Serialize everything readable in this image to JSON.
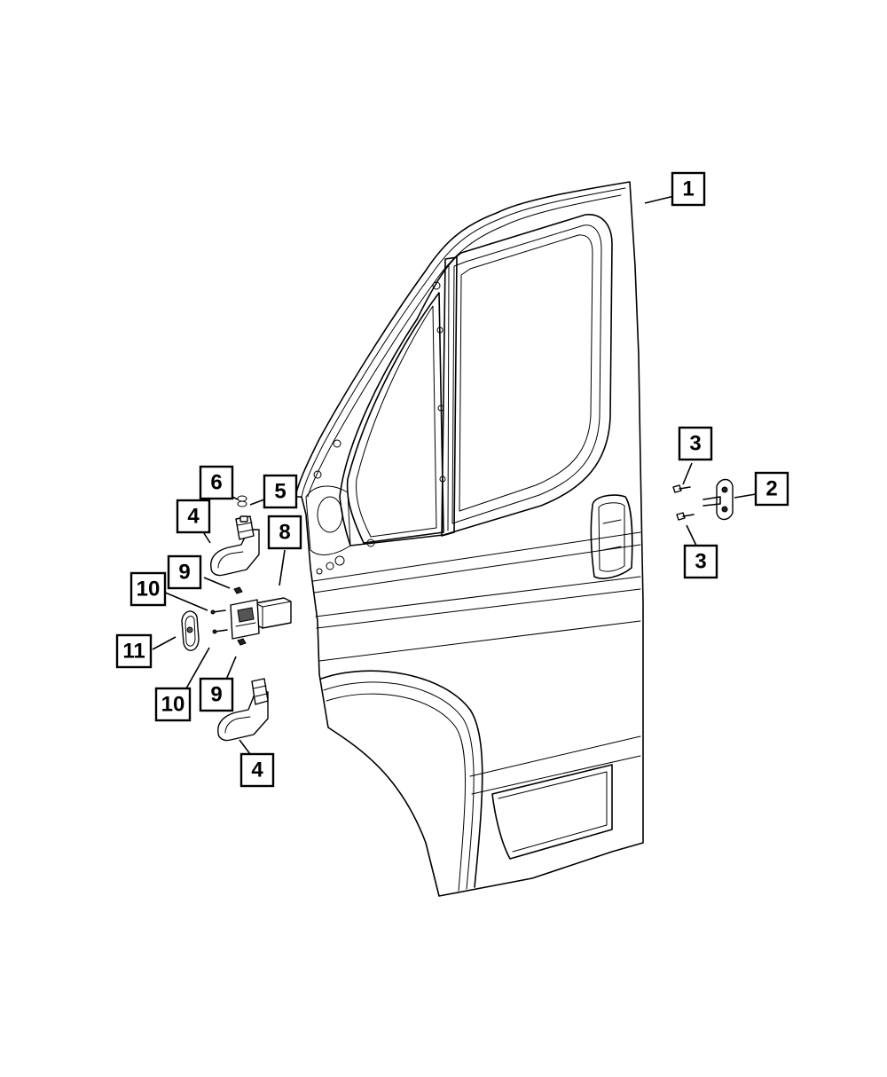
{
  "callouts": [
    {
      "id": "c1",
      "label": "1"
    },
    {
      "id": "c2",
      "label": "2"
    },
    {
      "id": "c3a",
      "label": "3"
    },
    {
      "id": "c3b",
      "label": "3"
    },
    {
      "id": "c4a",
      "label": "4"
    },
    {
      "id": "c4b",
      "label": "4"
    },
    {
      "id": "c5",
      "label": "5"
    },
    {
      "id": "c6",
      "label": "6"
    },
    {
      "id": "c8",
      "label": "8"
    },
    {
      "id": "c9a",
      "label": "9"
    },
    {
      "id": "c9b",
      "label": "9"
    },
    {
      "id": "c10a",
      "label": "10"
    },
    {
      "id": "c10b",
      "label": "10"
    },
    {
      "id": "c11",
      "label": "11"
    }
  ]
}
